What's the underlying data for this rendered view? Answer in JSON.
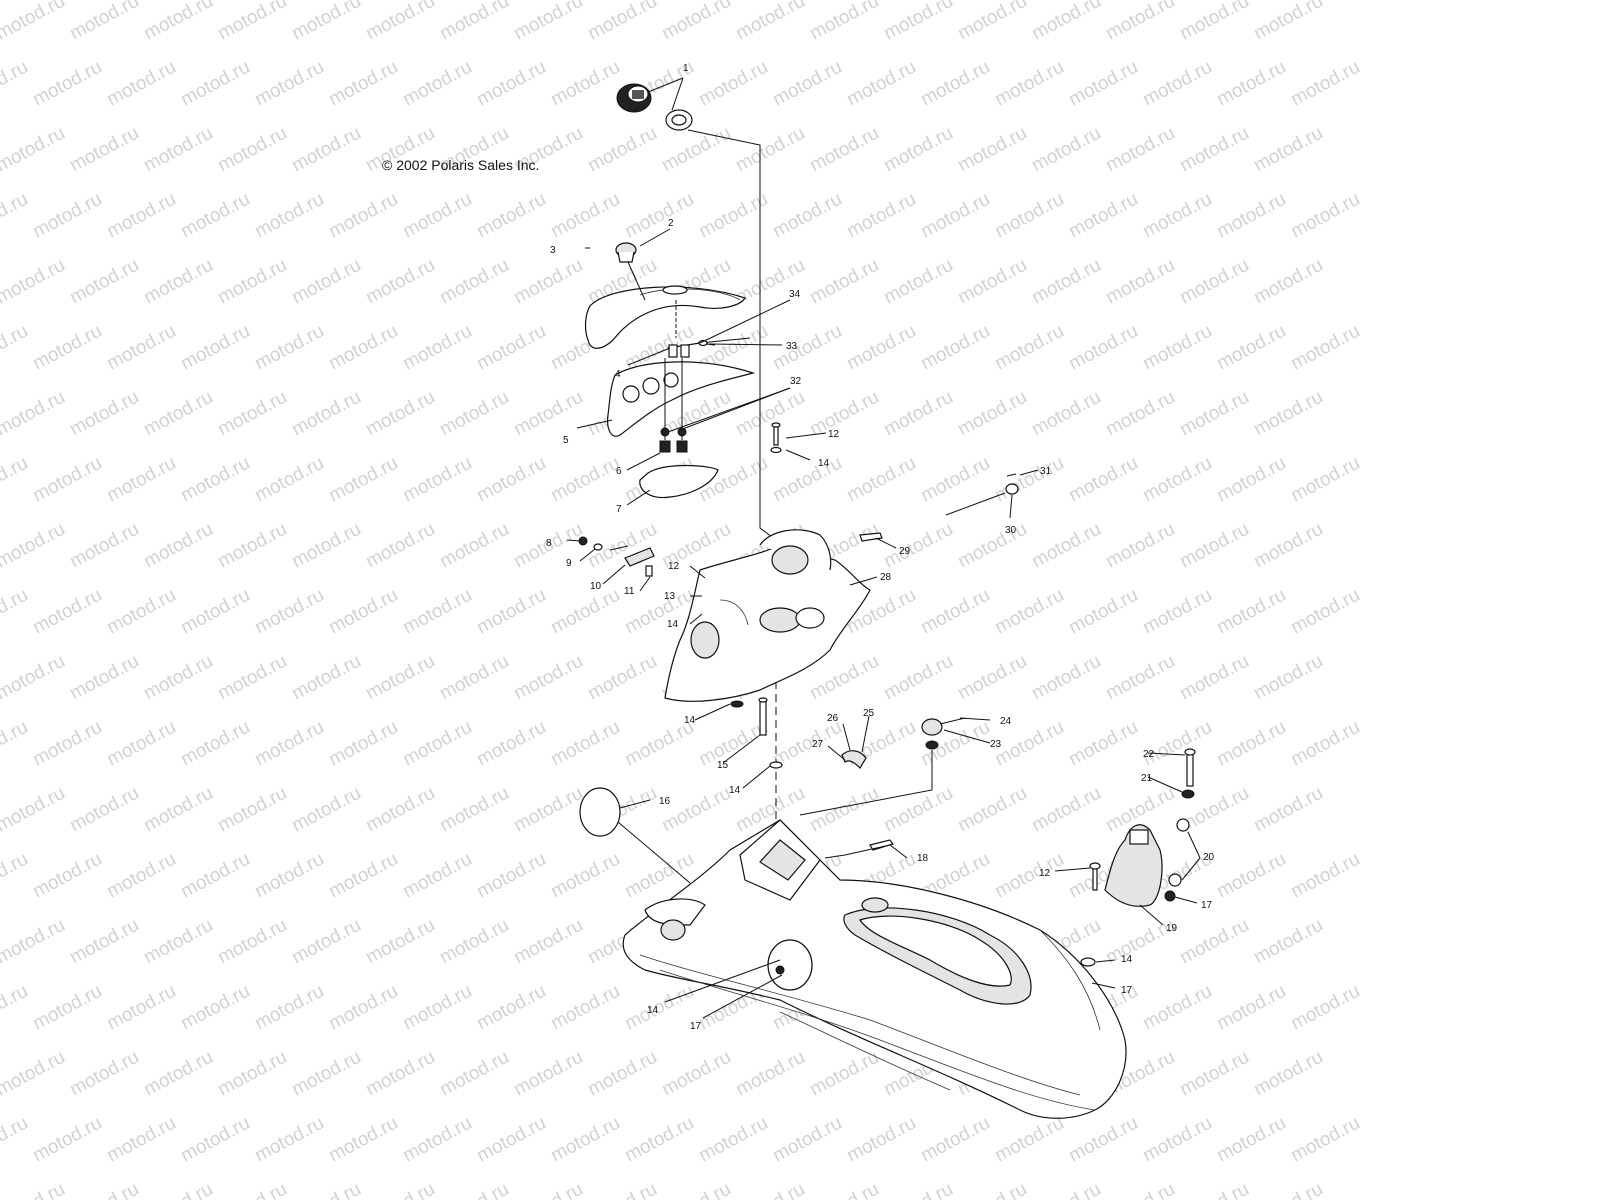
{
  "copyright": "© 2002 Polaris Sales Inc.",
  "watermark": "motod.ru",
  "callouts": [
    {
      "id": "c1",
      "text": "1"
    },
    {
      "id": "c2",
      "text": "2"
    },
    {
      "id": "c3",
      "text": "3"
    },
    {
      "id": "c34",
      "text": "34"
    },
    {
      "id": "c33",
      "text": "33"
    },
    {
      "id": "c4",
      "text": "4"
    },
    {
      "id": "c32",
      "text": "32"
    },
    {
      "id": "c5",
      "text": "5"
    },
    {
      "id": "c6",
      "text": "6"
    },
    {
      "id": "c7",
      "text": "7"
    },
    {
      "id": "c12a",
      "text": "12"
    },
    {
      "id": "c14a",
      "text": "14"
    },
    {
      "id": "c31",
      "text": "31"
    },
    {
      "id": "c30",
      "text": "30"
    },
    {
      "id": "c29",
      "text": "29"
    },
    {
      "id": "c8",
      "text": "8"
    },
    {
      "id": "c9",
      "text": "9"
    },
    {
      "id": "c10",
      "text": "10"
    },
    {
      "id": "c11",
      "text": "11"
    },
    {
      "id": "c12b",
      "text": "12"
    },
    {
      "id": "c13",
      "text": "13"
    },
    {
      "id": "c14b",
      "text": "14"
    },
    {
      "id": "c28",
      "text": "28"
    },
    {
      "id": "c14c",
      "text": "14"
    },
    {
      "id": "c24",
      "text": "24"
    },
    {
      "id": "c23",
      "text": "23"
    },
    {
      "id": "c26",
      "text": "26"
    },
    {
      "id": "c25",
      "text": "25"
    },
    {
      "id": "c27",
      "text": "27"
    },
    {
      "id": "c15",
      "text": "15"
    },
    {
      "id": "c14d",
      "text": "14"
    },
    {
      "id": "c22",
      "text": "22"
    },
    {
      "id": "c21",
      "text": "21"
    },
    {
      "id": "c16",
      "text": "16"
    },
    {
      "id": "c18",
      "text": "18"
    },
    {
      "id": "c20",
      "text": "20"
    },
    {
      "id": "c12c",
      "text": "12"
    },
    {
      "id": "c17a",
      "text": "17"
    },
    {
      "id": "c19",
      "text": "19"
    },
    {
      "id": "c14e",
      "text": "14"
    },
    {
      "id": "c17b",
      "text": "17"
    },
    {
      "id": "c14f",
      "text": "14"
    },
    {
      "id": "c17c",
      "text": "17"
    }
  ]
}
